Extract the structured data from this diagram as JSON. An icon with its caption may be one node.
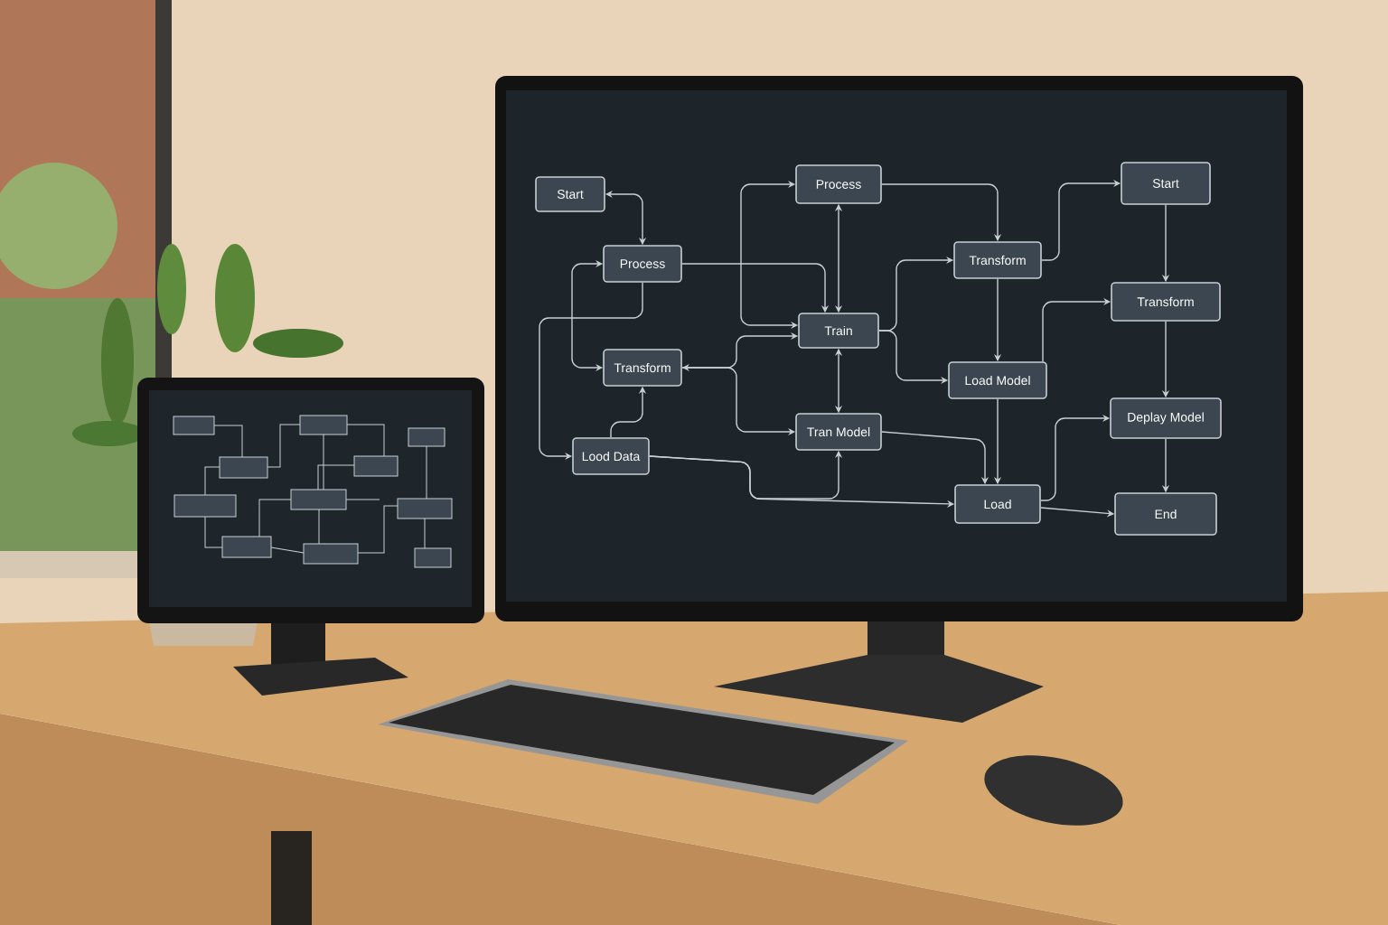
{
  "diagram": {
    "nodes": [
      {
        "text": [
          "Start"
        ]
      },
      {
        "text": [
          "Process"
        ]
      },
      {
        "text": [
          "Transform"
        ]
      },
      {
        "text": [
          "Lood Data"
        ]
      },
      {
        "text": [
          "Process"
        ]
      },
      {
        "text": [
          "Train"
        ]
      },
      {
        "text": [
          "Tran Model"
        ]
      },
      {
        "text": [
          "Transform"
        ]
      },
      {
        "text": [
          "Load Model"
        ]
      },
      {
        "text": [
          "Load"
        ]
      },
      {
        "text": [
          "Start"
        ]
      },
      {
        "text": [
          "Transform"
        ]
      },
      {
        "text": [
          "Deplay Model"
        ]
      },
      {
        "text": [
          "End"
        ]
      }
    ],
    "edges": [
      {
        "from": 0,
        "to": 1,
        "arrow": "both"
      },
      {
        "from": 1,
        "to": 2,
        "arrow": "both"
      },
      {
        "from": 1,
        "to": 3,
        "arrow": "to"
      },
      {
        "from": 3,
        "to": 2,
        "arrow": "to"
      },
      {
        "from": 1,
        "to": 5,
        "arrow": "to"
      },
      {
        "from": 4,
        "to": 5,
        "arrow": "both"
      },
      {
        "from": 4,
        "to": 5,
        "arrow": "both"
      },
      {
        "from": 2,
        "to": 5,
        "arrow": "both"
      },
      {
        "from": 2,
        "to": 6,
        "arrow": "to"
      },
      {
        "from": 5,
        "to": 6,
        "arrow": "both"
      },
      {
        "from": 3,
        "to": 6,
        "arrow": "to"
      },
      {
        "from": 3,
        "to": 9,
        "arrow": "to"
      },
      {
        "from": 4,
        "to": 7,
        "arrow": "to"
      },
      {
        "from": 5,
        "to": 7,
        "arrow": "to"
      },
      {
        "from": 5,
        "to": 8,
        "arrow": "to"
      },
      {
        "from": 7,
        "to": 8,
        "arrow": "to"
      },
      {
        "from": 7,
        "to": 10,
        "arrow": "to"
      },
      {
        "from": 8,
        "to": 11,
        "arrow": "to"
      },
      {
        "from": 8,
        "to": 9,
        "arrow": "to"
      },
      {
        "from": 6,
        "to": 9,
        "arrow": "to"
      },
      {
        "from": 9,
        "to": 12,
        "arrow": "to"
      },
      {
        "from": 9,
        "to": 13,
        "arrow": "to"
      },
      {
        "from": 10,
        "to": 11,
        "arrow": "to"
      },
      {
        "from": 11,
        "to": 12,
        "arrow": "to"
      },
      {
        "from": 12,
        "to": 13,
        "arrow": "to"
      }
    ]
  }
}
